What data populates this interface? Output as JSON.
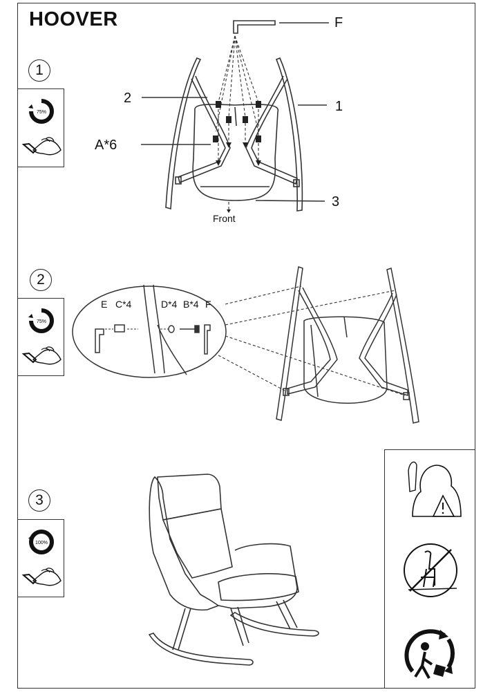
{
  "title": "HOOVER",
  "steps": [
    {
      "number": "1",
      "tool_progress": "75%",
      "labels": {
        "F": "F",
        "one": "1",
        "two": "2",
        "three": "3",
        "a6": "A*6",
        "front": "Front"
      }
    },
    {
      "number": "2",
      "tool_progress": "75%",
      "labels": {
        "E": "E",
        "C4": "C*4",
        "D4": "D*4",
        "B4": "B*4",
        "F": "F"
      }
    },
    {
      "number": "3",
      "tool_progress": "100%"
    }
  ],
  "icons": {
    "step1": [
      "step-circle-icon",
      "progress-ring-icon",
      "hand-allen-key-icon"
    ],
    "warnings": [
      "person-warning-icon",
      "no-standing-on-chair-icon",
      "recycling-person-icon"
    ]
  },
  "colors": {
    "line": "#333333",
    "frame": "#333333"
  }
}
